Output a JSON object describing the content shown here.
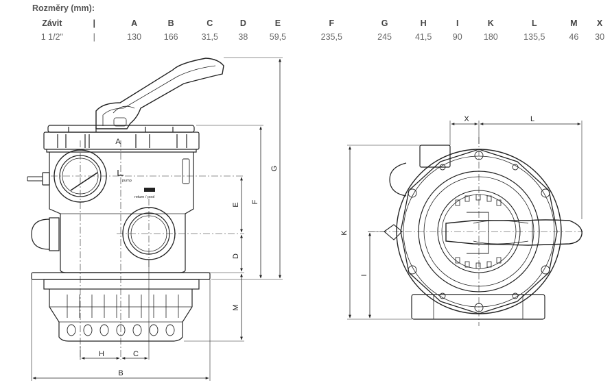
{
  "title": "Rozměry (mm):",
  "table": {
    "headers": [
      "Závit",
      "|",
      "A",
      "B",
      "C",
      "D",
      "E",
      "F",
      "G",
      "H",
      "I",
      "K",
      "L",
      "M",
      "X"
    ],
    "values": [
      "1 1/2\"",
      "|",
      "130",
      "166",
      "31,5",
      "38",
      "59,5",
      "235,5",
      "245",
      "41,5",
      "90",
      "180",
      "135,5",
      "46",
      "30"
    ]
  },
  "drawing": {
    "side_labels": {
      "A": "A",
      "B": "B",
      "C": "C",
      "D": "D",
      "E": "E",
      "F": "F",
      "G": "G",
      "H": "H",
      "M": "M"
    },
    "top_labels": {
      "X": "X",
      "L": "L",
      "K": "K",
      "I": "I"
    },
    "port_text": {
      "pump": "pump",
      "return_pool": "return / pool"
    }
  }
}
